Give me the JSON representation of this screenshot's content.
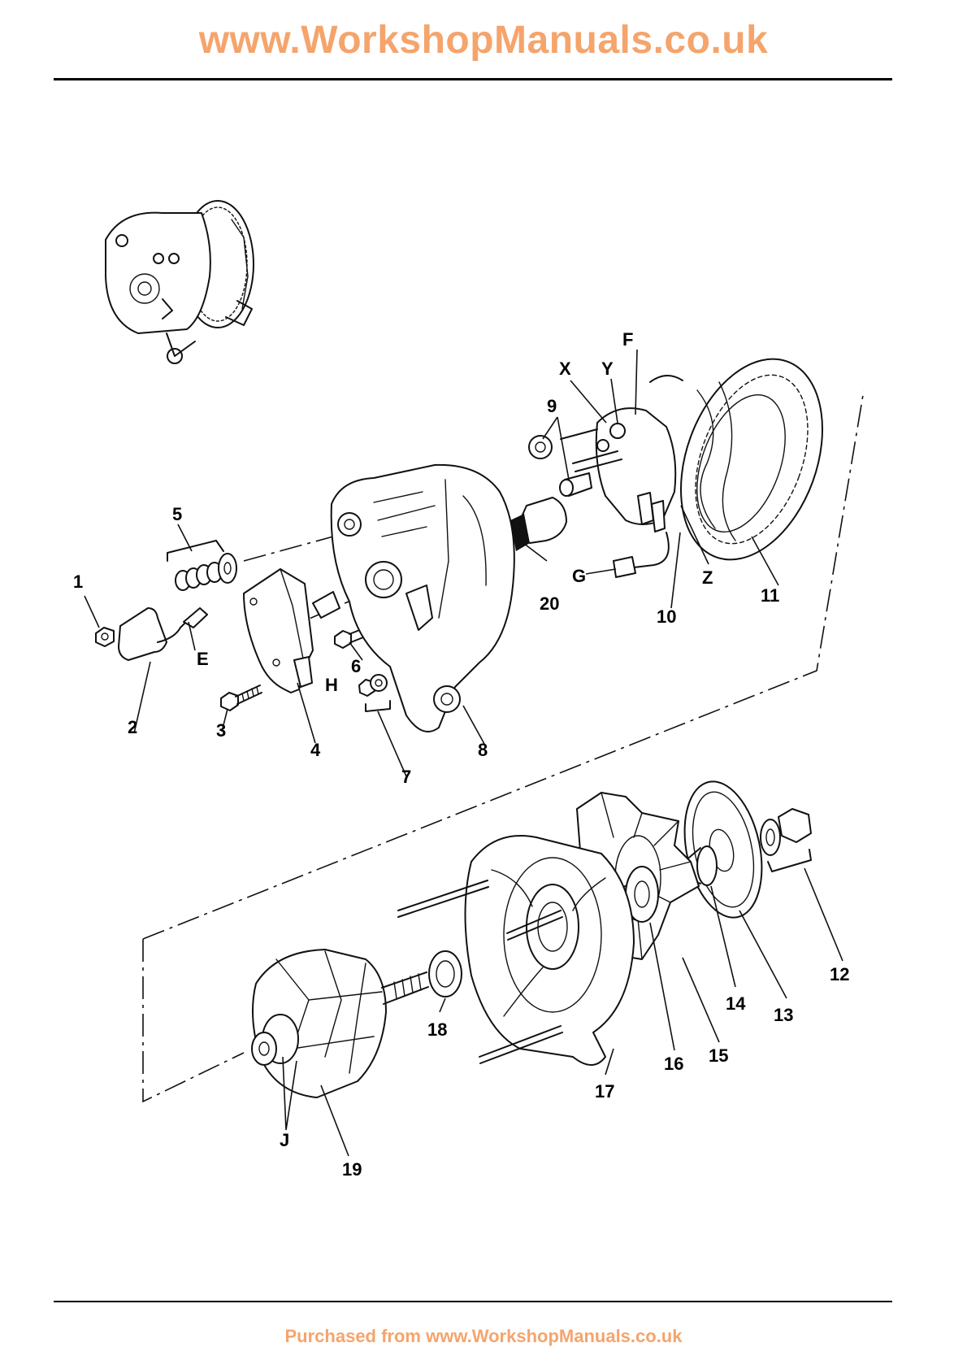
{
  "header": {
    "url": "www.WorkshopManuals.co.uk"
  },
  "footer": {
    "text": "Purchased from www.WorkshopManuals.co.uk"
  },
  "figure": {
    "labels": {
      "l1": "1",
      "l2": "2",
      "l3": "3",
      "l4": "4",
      "l5": "5",
      "l6": "6",
      "l7": "7",
      "l8": "8",
      "l9": "9",
      "l10": "10",
      "l11": "11",
      "l12": "12",
      "l13": "13",
      "l14": "14",
      "l15": "15",
      "l16": "16",
      "l17": "17",
      "l18": "18",
      "l19": "19",
      "l20": "20",
      "lE": "E",
      "lF": "F",
      "lG": "G",
      "lH": "H",
      "lJ": "J",
      "lX": "X",
      "lY": "Y",
      "lZ": "Z"
    }
  }
}
